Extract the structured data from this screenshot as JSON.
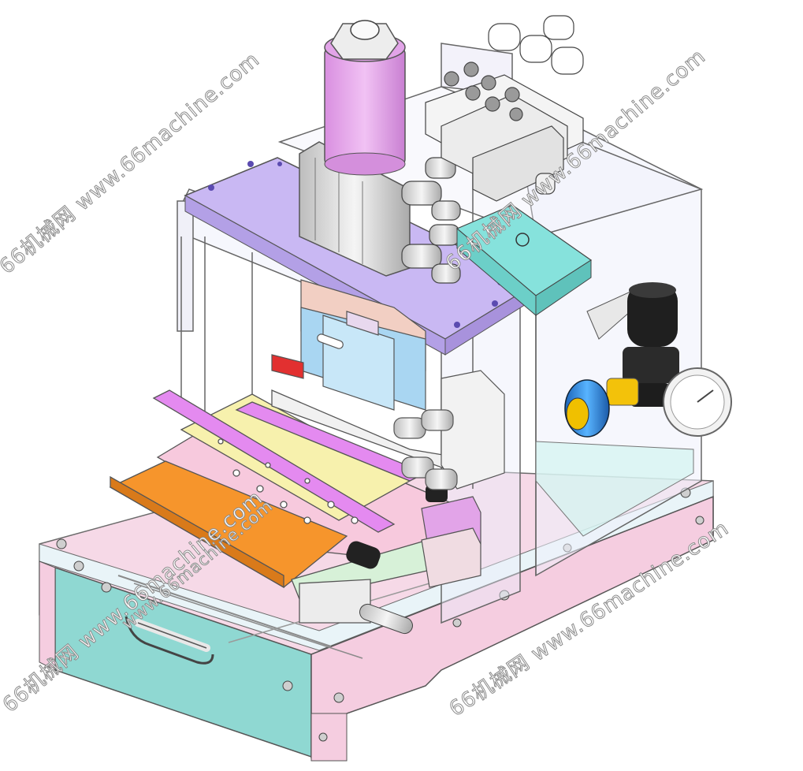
{
  "watermarks": {
    "left_upper": "66机械网 www.66machine.com",
    "right_upper": "66机械网 www.66machine.com",
    "center": "www.66machine.com",
    "left_lower": "66机械网 www.66machine.com",
    "right_lower": "66机械网 www.66machine.com"
  },
  "colors": {
    "cylinder": "#e6a6ec",
    "top_plate": "#c7b5f2",
    "teal_block": "#7fded8",
    "orange_plate": "#f6952c",
    "yellow_plate": "#f7f1ad",
    "pink_plate": "#f7c9dd",
    "base_pink": "#f5cde0",
    "base_teal": "#8fd8d2",
    "blue_connector": "#2f8fe0",
    "red_part": "#e23030"
  }
}
